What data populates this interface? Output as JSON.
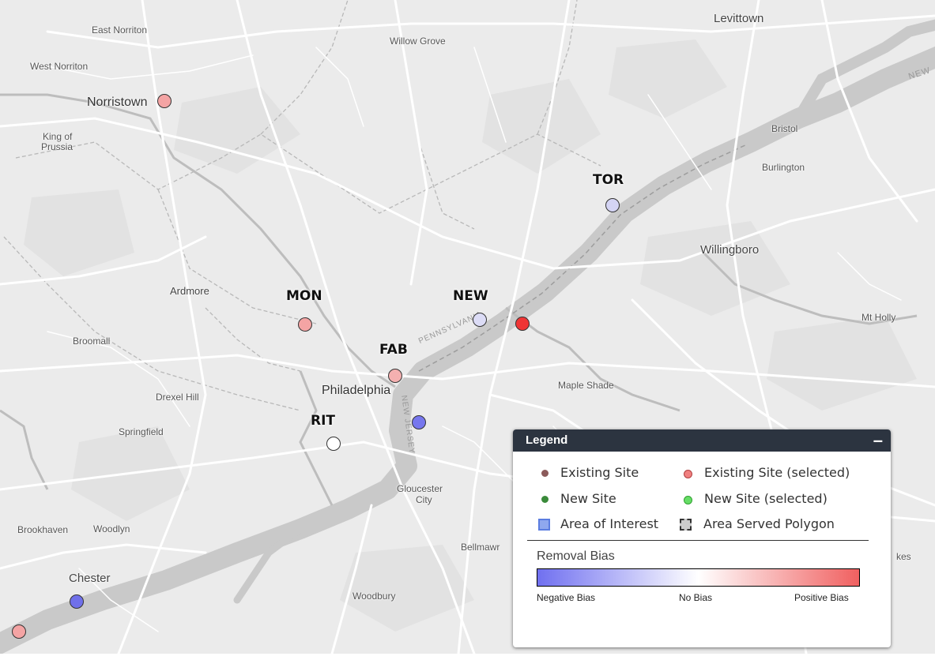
{
  "places": [
    {
      "id": "east-norriton",
      "name": "East Norriton"
    },
    {
      "id": "west-norriton",
      "name": "West Norriton"
    },
    {
      "id": "norristown",
      "name": "Norristown"
    },
    {
      "id": "king-of-prussia-1",
      "name": "King of"
    },
    {
      "id": "king-of-prussia-2",
      "name": "Prussia"
    },
    {
      "id": "willow-grove",
      "name": "Willow Grove"
    },
    {
      "id": "levittown",
      "name": "Levittown"
    },
    {
      "id": "bristol",
      "name": "Bristol"
    },
    {
      "id": "burlington",
      "name": "Burlington"
    },
    {
      "id": "willingboro",
      "name": "Willingboro"
    },
    {
      "id": "mt-holly",
      "name": "Mt Holly"
    },
    {
      "id": "ardmore",
      "name": "Ardmore"
    },
    {
      "id": "broomall",
      "name": "Broomall"
    },
    {
      "id": "drexel-hill",
      "name": "Drexel Hill"
    },
    {
      "id": "springfield",
      "name": "Springfield"
    },
    {
      "id": "philadelphia",
      "name": "Philadelphia"
    },
    {
      "id": "maple-shade",
      "name": "Maple Shade"
    },
    {
      "id": "gloucester-city-1",
      "name": "Gloucester"
    },
    {
      "id": "gloucester-city-2",
      "name": "City"
    },
    {
      "id": "brookhaven",
      "name": "Brookhaven"
    },
    {
      "id": "woodlyn",
      "name": "Woodlyn"
    },
    {
      "id": "bellmawr",
      "name": "Bellmawr"
    },
    {
      "id": "chester",
      "name": "Chester"
    },
    {
      "id": "woodbury",
      "name": "Woodbury"
    },
    {
      "id": "lumberton-partial",
      "name": "kes"
    }
  ],
  "state_labels": {
    "pennsylvania": "PENNSYLVANIA",
    "new_jersey": "NEW JERSEY",
    "new_partial": "NEW"
  },
  "sites": [
    {
      "code": "TOR",
      "color": "#d4d4f4"
    },
    {
      "code": "MON",
      "color": "#f4a4a4"
    },
    {
      "code": "NEW",
      "color": "#dcdcf6"
    },
    {
      "code": "FAB",
      "color": "#f4b0b0"
    },
    {
      "code": "RIT",
      "color": "#ffffff"
    }
  ],
  "unlabeled_markers": [
    {
      "id": "norristown-site",
      "color": "#f4a4a4"
    },
    {
      "id": "camden-site",
      "color": "#7777ee"
    },
    {
      "id": "delair-site",
      "color": "#ef3535"
    },
    {
      "id": "chester-site",
      "color": "#7070ea"
    },
    {
      "id": "marcus-hook-site",
      "color": "#f4a4a4"
    }
  ],
  "legend": {
    "title": "Legend",
    "collapse_label": "–",
    "items": {
      "existing_site": "Existing Site",
      "existing_site_selected": "Existing Site (selected)",
      "new_site": "New Site",
      "new_site_selected": "New Site (selected)",
      "area_of_interest": "Area of Interest",
      "area_served_polygon": "Area Served Polygon"
    },
    "colors": {
      "existing_site": "#8b5a5a",
      "existing_site_selected": "#f08080",
      "new_site": "#3a8a3a",
      "new_site_selected": "#66dd66",
      "area_of_interest": "#8fa8ee",
      "area_served_polygon": "#cccccc"
    },
    "bias": {
      "title": "Removal Bias",
      "negative_label": "Negative Bias",
      "neutral_label": "No Bias",
      "positive_label": "Positive Bias",
      "negative_color": "#7070f0",
      "neutral_color": "#ffffff",
      "positive_color": "#f06060"
    }
  }
}
